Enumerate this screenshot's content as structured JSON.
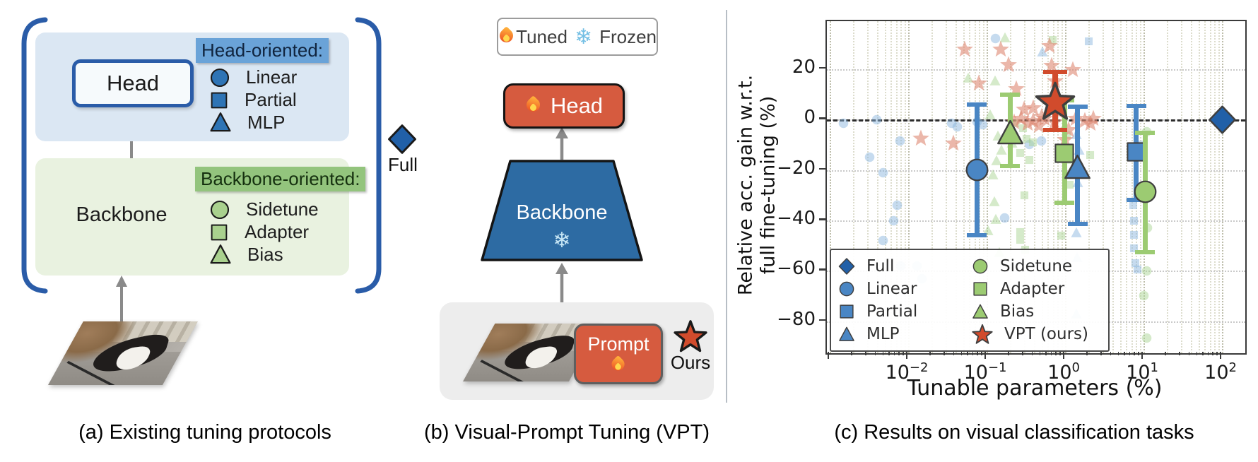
{
  "panel_a": {
    "caption": "(a)  Existing tuning protocols",
    "head_box_label": "Head",
    "backbone_box_label": "Backbone",
    "head_group_label": "Head-oriented:",
    "backbone_group_label": "Backbone-oriented:",
    "head_legend": [
      {
        "marker": "circle",
        "label": "Linear"
      },
      {
        "marker": "square",
        "label": "Partial"
      },
      {
        "marker": "triangle",
        "label": "MLP"
      }
    ],
    "backbone_legend": [
      {
        "marker": "circle",
        "label": "Sidetune"
      },
      {
        "marker": "square",
        "label": "Adapter"
      },
      {
        "marker": "triangle",
        "label": "Bias"
      }
    ],
    "full_label": "Full"
  },
  "panel_b": {
    "caption": "(b) Visual-Prompt Tuning (VPT)",
    "tuned_label": "Tuned",
    "frozen_label": "Frozen",
    "head_box_label": "Head",
    "backbone_box_label": "Backbone",
    "prompt_box_label": "Prompt",
    "ours_label": "Ours",
    "snowflake_glyph": "❄"
  },
  "panel_c": {
    "caption": "(c) Results on visual classification tasks"
  },
  "colors": {
    "blue": "#4a86c4",
    "green": "#9ccb72",
    "red": "#d14b2c",
    "darkblue": "#2160a8",
    "lightblue": "#8ab6de",
    "lightgreen": "#a8d491",
    "salmon": "#de8872",
    "marker_outline": "#3f3f3f",
    "diagram_blue": "#2e74b5",
    "diagram_green": "#a9d18e"
  },
  "chart_data": {
    "type": "scatter",
    "xlabel": "Tunable parameters (%)",
    "ylabel_line1": "Relative acc. gain w.r.t.",
    "ylabel_line2": "full fine-tuning (%)",
    "xscale": "log",
    "xlim": [
      0.00092,
      198
    ],
    "ylim": [
      -92.6,
      38.9
    ],
    "grid": true,
    "zero_line": 0,
    "xticks": [
      {
        "text": "10",
        "sup": "−2",
        "v": 0.01
      },
      {
        "text": "10",
        "sup": "−1",
        "v": 0.1
      },
      {
        "text": "10",
        "sup": "0",
        "v": 1
      },
      {
        "text": "10",
        "sup": "1",
        "v": 10
      },
      {
        "text": "10",
        "sup": "2",
        "v": 100
      }
    ],
    "yticks": [
      {
        "text": "20",
        "v": 20
      },
      {
        "text": "0",
        "v": 0
      },
      {
        "text": "−20",
        "v": -20
      },
      {
        "text": "−40",
        "v": -40
      },
      {
        "text": "−60",
        "v": -60
      },
      {
        "text": "−80",
        "v": -80
      }
    ],
    "series": [
      {
        "name": "Linear",
        "marker": "circle",
        "color": "blue",
        "x": 0.075,
        "y": -20,
        "y_hi": 6,
        "y_lo": -46
      },
      {
        "name": "Bias",
        "marker": "triangle",
        "color": "green",
        "x": 0.2,
        "y": -5.3,
        "y_hi": 9.8,
        "y_lo": -18.5
      },
      {
        "name": "Adapter",
        "marker": "square",
        "color": "green",
        "x": 0.98,
        "y": -13.5,
        "y_hi": 7.5,
        "y_lo": -33
      },
      {
        "name": "MLP",
        "marker": "triangle",
        "color": "blue",
        "x": 1.45,
        "y": -19,
        "y_hi": 5,
        "y_lo": -41.5
      },
      {
        "name": "Partial",
        "marker": "square",
        "color": "blue",
        "x": 8.1,
        "y": -13,
        "y_hi": 5.2,
        "y_lo": -32
      },
      {
        "name": "Sidetune",
        "marker": "circle",
        "color": "green",
        "x": 10.5,
        "y": -28.8,
        "y_hi": -5.3,
        "y_lo": -52.6
      },
      {
        "name": "Full",
        "marker": "diamond",
        "color": "darkblue",
        "x": 100,
        "y": 0
      },
      {
        "name": "VPT (ours)",
        "marker": "star",
        "color": "red",
        "x": 0.75,
        "y": 7.3,
        "y_hi": 18.7,
        "y_lo": -4.3
      }
    ],
    "background_points": {
      "linear": {
        "marker": "circle",
        "color": "lightblue",
        "pts": [
          [
            0.0015,
            -1.4
          ],
          [
            0.004,
            0
          ],
          [
            0.0032,
            -15
          ],
          [
            0.0078,
            -8.4
          ],
          [
            0.0048,
            -21
          ],
          [
            0.0072,
            -34
          ],
          [
            0.0066,
            -40
          ],
          [
            0.0048,
            -48
          ],
          [
            0.008,
            -58
          ],
          [
            0.013,
            -58
          ],
          [
            0.015,
            -63
          ],
          [
            0.036,
            -1.4
          ],
          [
            0.042,
            -3
          ],
          [
            0.075,
            -1
          ],
          [
            0.09,
            -2
          ],
          [
            0.13,
            32
          ],
          [
            0.17,
            -39
          ],
          [
            0.35,
            -10
          ],
          [
            0.5,
            -8.4
          ]
        ]
      },
      "partial": {
        "marker": "square",
        "color": "lightblue",
        "pts": [
          [
            2.0,
            30.8
          ],
          [
            7.4,
            -34
          ],
          [
            7.6,
            -40
          ],
          [
            7.6,
            -45.6
          ],
          [
            7.5,
            -51
          ],
          [
            7.8,
            -57
          ],
          [
            8.3,
            -59.5
          ],
          [
            9.0,
            -10
          ]
        ]
      },
      "mlp": {
        "marker": "triangle",
        "color": "lightblue",
        "pts": [
          [
            0.51,
            26.9
          ],
          [
            1.4,
            -6
          ],
          [
            1.5,
            -12
          ],
          [
            1.45,
            -25
          ],
          [
            1.38,
            -44.7
          ],
          [
            1.42,
            -54.5
          ],
          [
            1.4,
            -77
          ]
        ]
      },
      "sidetune": {
        "marker": "circle",
        "color": "lightgreen",
        "pts": [
          [
            11,
            -5
          ],
          [
            11.2,
            -30
          ],
          [
            11.3,
            -43
          ],
          [
            10.9,
            -60.1
          ],
          [
            10,
            -69.9
          ],
          [
            10.9,
            -86.7
          ]
        ]
      },
      "adapter": {
        "marker": "square",
        "color": "lightgreen",
        "pts": [
          [
            0.23,
            -1.4
          ],
          [
            0.29,
            -3.6
          ],
          [
            0.32,
            -7.8
          ],
          [
            0.27,
            -13.4
          ],
          [
            0.35,
            -16.2
          ],
          [
            0.39,
            -9.2
          ],
          [
            0.3,
            -30
          ],
          [
            0.27,
            -44.7
          ],
          [
            0.27,
            -47.8
          ],
          [
            0.31,
            -51.7
          ],
          [
            0.7,
            31.6
          ],
          [
            0.9,
            -46
          ],
          [
            1.05,
            -6.4
          ],
          [
            1.1,
            -16.2
          ],
          [
            1.15,
            -26
          ],
          [
            2.1,
            -14
          ]
        ]
      },
      "bias": {
        "marker": "triangle",
        "color": "lightgreen",
        "pts": [
          [
            0.17,
            32.5
          ],
          [
            0.058,
            16.5
          ],
          [
            0.128,
            15.4
          ],
          [
            0.11,
            2
          ],
          [
            0.14,
            -6.4
          ],
          [
            0.155,
            -12
          ],
          [
            0.133,
            -16.2
          ],
          [
            0.12,
            -21.8
          ],
          [
            0.125,
            -32.4
          ],
          [
            0.13,
            -39.4
          ],
          [
            0.21,
            -9.2
          ],
          [
            0.145,
            -52.6
          ],
          [
            0.105,
            -44
          ]
        ]
      },
      "vpt": {
        "marker": "star",
        "color": "salmon",
        "pts": [
          [
            0.052,
            28
          ],
          [
            0.15,
            28
          ],
          [
            0.19,
            21.8
          ],
          [
            0.63,
            29.4
          ],
          [
            0.67,
            21.5
          ],
          [
            1.25,
            20
          ],
          [
            0.24,
            12.3
          ],
          [
            0.08,
            14.5
          ],
          [
            0.75,
            15.4
          ],
          [
            0.038,
            -9.2
          ],
          [
            0.0144,
            -7.3
          ],
          [
            0.224,
            -0.8
          ],
          [
            0.276,
            0.6
          ],
          [
            0.33,
            -1.4
          ],
          [
            0.39,
            -0.3
          ],
          [
            0.46,
            -2.2
          ],
          [
            0.55,
            0.6
          ],
          [
            0.73,
            -0.8
          ],
          [
            1.0,
            -7.8
          ],
          [
            1.37,
            0.6
          ],
          [
            1.8,
            -0.3
          ],
          [
            2.1,
            -1.4
          ],
          [
            0.39,
            4.8
          ],
          [
            0.3,
            4.2
          ],
          [
            0.85,
            3
          ],
          [
            1.1,
            -4
          ],
          [
            0.5,
            1.5
          ],
          [
            2.3,
            0.5
          ]
        ]
      }
    },
    "legend": [
      {
        "marker": "diamond",
        "color": "darkblue",
        "label": "Full"
      },
      {
        "marker": "circle",
        "color": "blue",
        "label": "Linear"
      },
      {
        "marker": "square",
        "color": "blue",
        "label": "Partial"
      },
      {
        "marker": "triangle",
        "color": "blue",
        "label": "MLP"
      },
      {
        "marker": "circle",
        "color": "green",
        "label": "Sidetune"
      },
      {
        "marker": "square",
        "color": "green",
        "label": "Adapter"
      },
      {
        "marker": "triangle",
        "color": "green",
        "label": "Bias"
      },
      {
        "marker": "star",
        "color": "red",
        "label": "VPT (ours)"
      }
    ]
  }
}
